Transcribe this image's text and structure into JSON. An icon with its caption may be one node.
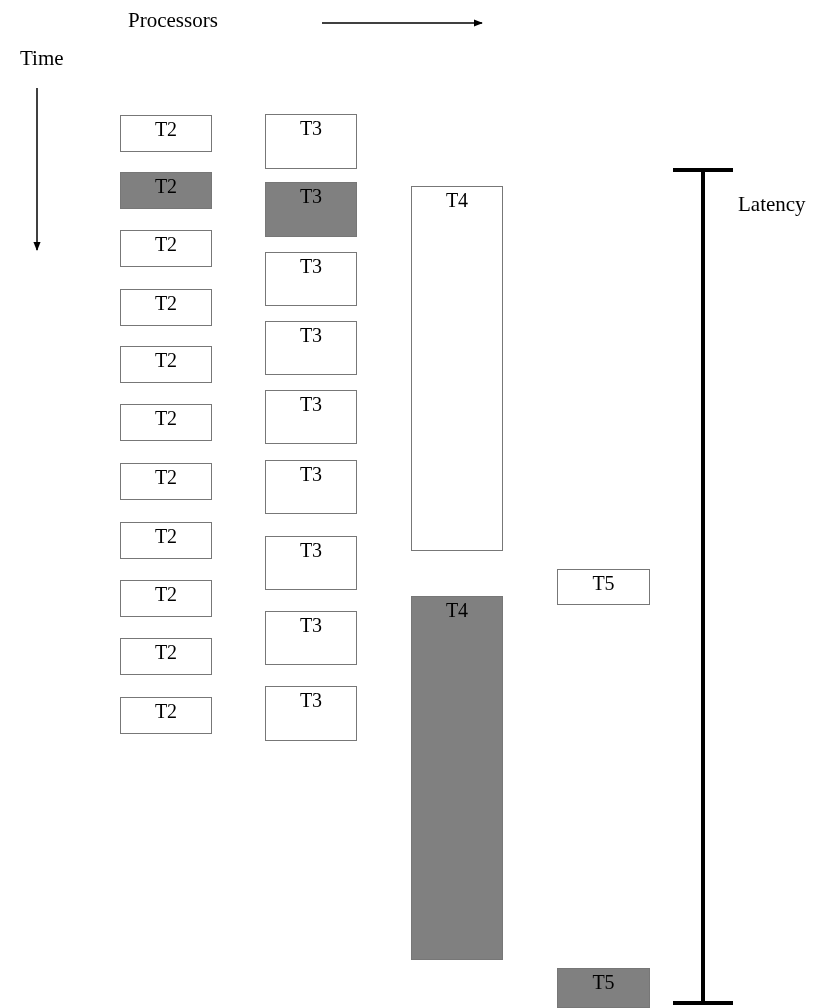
{
  "diagram": {
    "nodes": [
      {
        "text": [
          "T2"
        ]
      },
      {
        "text": [
          "T2"
        ]
      },
      {
        "text": [
          "T2"
        ]
      },
      {
        "text": [
          "T2"
        ]
      },
      {
        "text": [
          "T2"
        ]
      },
      {
        "text": [
          "T2"
        ]
      },
      {
        "text": [
          "T2"
        ]
      },
      {
        "text": [
          "T2"
        ]
      },
      {
        "text": [
          "T2"
        ]
      },
      {
        "text": [
          "T2"
        ]
      },
      {
        "text": [
          "T2"
        ]
      },
      {
        "text": [
          "T3"
        ]
      },
      {
        "text": [
          "T3"
        ]
      },
      {
        "text": [
          "T3"
        ]
      },
      {
        "text": [
          "T3"
        ]
      },
      {
        "text": [
          "T3"
        ]
      },
      {
        "text": [
          "T3"
        ]
      },
      {
        "text": [
          "T3"
        ]
      },
      {
        "text": [
          "T3"
        ]
      },
      {
        "text": [
          "T3"
        ]
      },
      {
        "text": [
          "T4"
        ]
      },
      {
        "text": [
          "T4"
        ]
      },
      {
        "text": [
          "T5"
        ]
      },
      {
        "text": [
          "T5"
        ]
      }
    ],
    "edges": [],
    "labels": [
      "Processors",
      "Time",
      "Latency"
    ]
  }
}
